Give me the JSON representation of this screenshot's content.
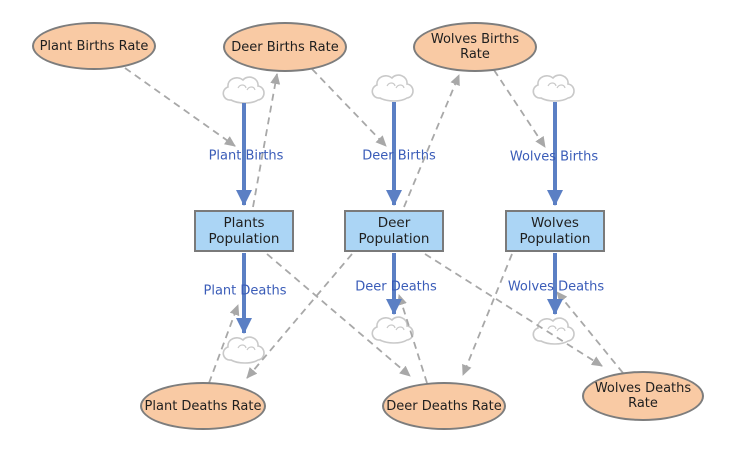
{
  "theme": {
    "canvas-bg": "#ffffff",
    "rate-fill": "#f9caa4",
    "rate-border": "#7d7d7d",
    "stock-fill": "#abd5f5",
    "stock-border": "#7a7a7a",
    "flow-color": "#5b7fc4",
    "flow-label-color": "#3a5cb8",
    "connector-color": "#a8a8a8",
    "node-text-color": "#1f1f1f",
    "cloud-stroke": "#c9c9c9"
  },
  "icons": {
    "cloud-icon": "☁ source/sink cloud symbol"
  },
  "nodes": {
    "rates": [
      {
        "id": "plant-births-rate",
        "label": "Plant Births Rate"
      },
      {
        "id": "deer-births-rate",
        "label": "Deer Births Rate"
      },
      {
        "id": "wolves-births-rate",
        "label": "Wolves Births\nRate"
      },
      {
        "id": "plant-deaths-rate",
        "label": "Plant Deaths Rate"
      },
      {
        "id": "deer-deaths-rate",
        "label": "Deer Deaths Rate"
      },
      {
        "id": "wolves-deaths-rate",
        "label": "Wolves Deaths\nRate"
      }
    ],
    "stocks": [
      {
        "id": "plants-population",
        "label": "Plants\nPopulation"
      },
      {
        "id": "deer-population",
        "label": "Deer\nPopulation"
      },
      {
        "id": "wolves-population",
        "label": "Wolves\nPopulation"
      }
    ],
    "flows": [
      {
        "id": "plant-births",
        "label": "Plant Births",
        "into": "Plants Population"
      },
      {
        "id": "deer-births",
        "label": "Deer Births",
        "into": "Deer Population"
      },
      {
        "id": "wolves-births",
        "label": "Wolves Births",
        "into": "Wolves Population"
      },
      {
        "id": "plant-deaths",
        "label": "Plant Deaths",
        "out_of": "Plants Population"
      },
      {
        "id": "deer-deaths",
        "label": "Deer Deaths",
        "out_of": "Deer Population"
      },
      {
        "id": "wolves-deaths",
        "label": "Wolves Deaths",
        "out_of": "Wolves Population"
      }
    ]
  },
  "connections": [
    {
      "from": "Plant Births Rate",
      "to": "Plant Births"
    },
    {
      "from": "Plants Population",
      "to": "Deer Births Rate"
    },
    {
      "from": "Deer Births Rate",
      "to": "Deer Births"
    },
    {
      "from": "Deer Population",
      "to": "Wolves Births Rate"
    },
    {
      "from": "Wolves Births Rate",
      "to": "Wolves Births"
    },
    {
      "from": "Plant Deaths Rate",
      "to": "Plant Deaths"
    },
    {
      "from": "Deer Population",
      "to": "Plant Deaths Rate"
    },
    {
      "from": "Plants Population",
      "to": "Deer Deaths Rate"
    },
    {
      "from": "Deer Deaths Rate",
      "to": "Deer Deaths"
    },
    {
      "from": "Wolves Population",
      "to": "Deer Deaths Rate"
    },
    {
      "from": "Deer Population",
      "to": "Wolves Deaths Rate"
    },
    {
      "from": "Wolves Deaths Rate",
      "to": "Wolves Deaths"
    }
  ]
}
